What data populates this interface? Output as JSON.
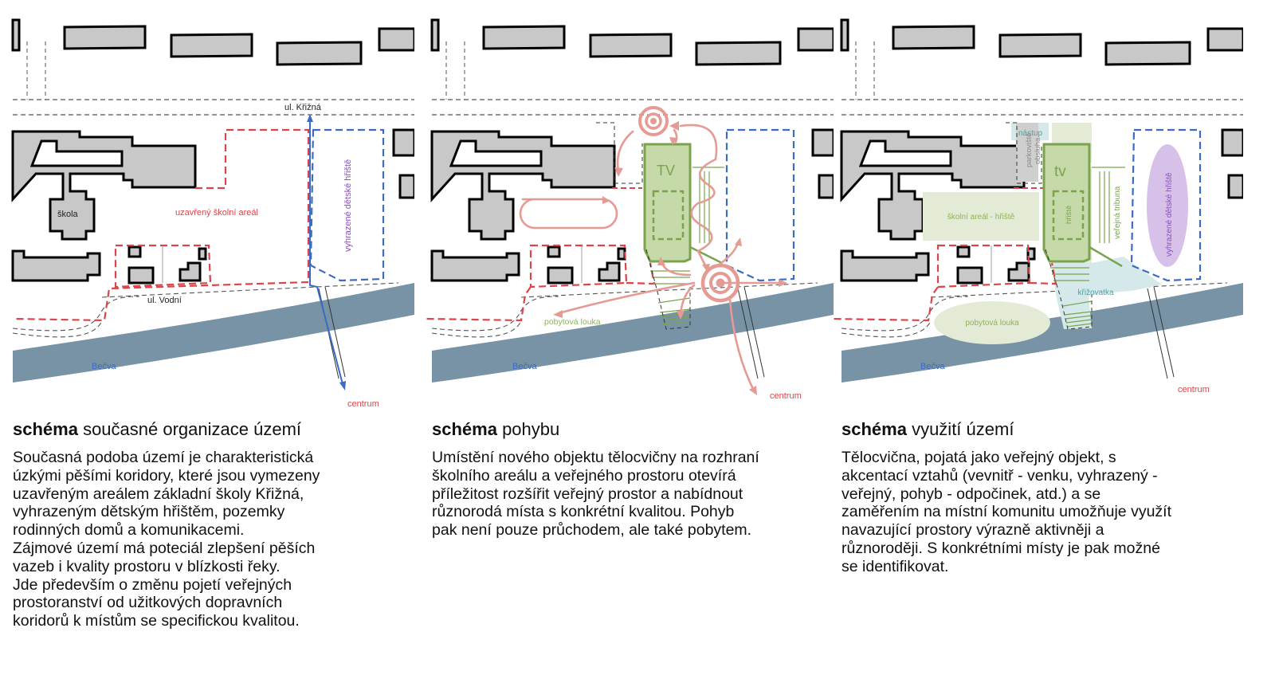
{
  "colors": {
    "building_fill": "#c8c8c8",
    "building_stroke": "#000000",
    "river": "#7893a6",
    "red_boundary": "#d9454a",
    "blue_boundary": "#3b6bc2",
    "purple_label": "#8a4fc0",
    "movement_arrows": "#e59a94",
    "gym_green": "#c5d9a9",
    "gym_stroke": "#7ba34e",
    "light_green_zone": "#e3ebd6",
    "teal_zone": "#d6e9ea",
    "teal_label": "#4aa3a5",
    "lavender_zone": "#d8c1e8",
    "parking_zone": "#cfcfcf",
    "street_dash": "#555555",
    "label_red": "#d9454a",
    "label_blue": "#3b6bc2"
  },
  "panels": [
    {
      "id": "current-organization",
      "map_labels": {
        "street_north": "ul. Křižná",
        "street_south": "ul. Vodní",
        "school": "škola",
        "closed_school_area": "uzavřený školní areál",
        "reserved_playground": "vyhrazené dětské hřiště",
        "river": "Bečva",
        "centre": "centrum"
      },
      "caption": {
        "title_bold": "schéma",
        "title_rest": " současné organizace území",
        "body": "Současná podoba území je charakteristická\núzkými pěšími koridory, které jsou vymezeny\nuzavřeným areálem základní školy Křižná,\nvyhrazeným dětským hřištěm, pozemky\nrodinných domů a komunikacemi.\nZájmové území má poteciál zlepšení pěších\nvazeb i kvality prostoru v blízkosti řeky.\nJde především o změnu pojetí veřejných\nprostoranství od užitkových dopravních\nkoridorů k místům se specifickou kvalitou."
      }
    },
    {
      "id": "movement",
      "map_labels": {
        "gym": "TV",
        "meadow": "pobytová louka",
        "river": "Bečva",
        "centre": "centrum"
      },
      "caption": {
        "title_bold": "schéma",
        "title_rest": " pohybu",
        "body": "Umístění nového objektu tělocvičny na rozhraní\nškolního areálu a veřejného prostoru otevírá\npříležitost rozšířit veřejný prostor a nabídnout\nrůznorodá místa s konkrétní kvalitou. Pohyb\npak není pouze průchodem, ale také pobytem."
      }
    },
    {
      "id": "land-use",
      "map_labels": {
        "gym": "tv",
        "gym_court": "hřiště",
        "parking": "parkoviště\nobsluha",
        "parking_line1": "parkoviště",
        "parking_line2": "obsluha",
        "entry": "nástup",
        "school_playground": "školní areál - hřiště",
        "public_stand": "veřejná tribuna",
        "reserved_playground": "vyhrazené dětské hřiště",
        "crossroads": "křižovatka",
        "meadow": "pobytová louka",
        "river": "Bečva",
        "centre": "centrum"
      },
      "caption": {
        "title_bold": "schéma",
        "title_rest": " využití území",
        "body": "Tělocvična, pojatá jako veřejný objekt, s\nakcentací vztahů (vevnitř - venku, vyhrazený -\nveřejný, pohyb - odpočinek, atd.) a se\nzaměřením na místní komunitu umožňuje využít\nnavazující prostory výrazně aktivněji a\nrůznoroději. S konkrétními místy je pak možné\nse identifikovat."
      }
    }
  ]
}
